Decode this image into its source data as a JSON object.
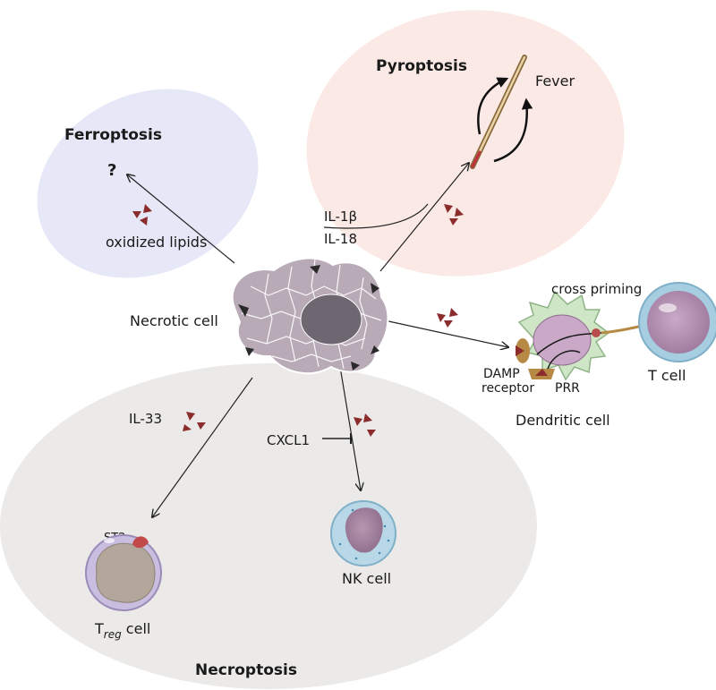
{
  "regions": {
    "ferroptosis": {
      "title": "Ferroptosis",
      "question": "?",
      "lipids_label": "oxidized lipids"
    },
    "pyroptosis": {
      "title": "Pyroptosis",
      "fever_label": "Fever",
      "il1b_label": "IL-1β",
      "il18_label": "IL-18"
    },
    "necroptosis": {
      "title": "Necroptosis",
      "il33_label": "IL-33",
      "cxcl1_label": "CXCL1",
      "st2_label": "ST2",
      "treg_main": "T",
      "treg_sub": "reg",
      "treg_suffix": " cell",
      "nk_label": "NK cell"
    }
  },
  "center": {
    "necrotic_label": "Necrotic cell"
  },
  "dendritic": {
    "cross_priming_label": "cross priming",
    "damp_line1": "DAMP",
    "damp_line2": "receptor",
    "prr_label": "PRR",
    "dc_label": "Dendritic cell",
    "tcell_label": "T cell"
  },
  "colors": {
    "ferroptosis_bg": "#e6e8f8",
    "pyroptosis_bg": "#fbe9e6",
    "necroptosis_bg": "#ebeae8",
    "damp_triangle": "#8b2d2d"
  }
}
